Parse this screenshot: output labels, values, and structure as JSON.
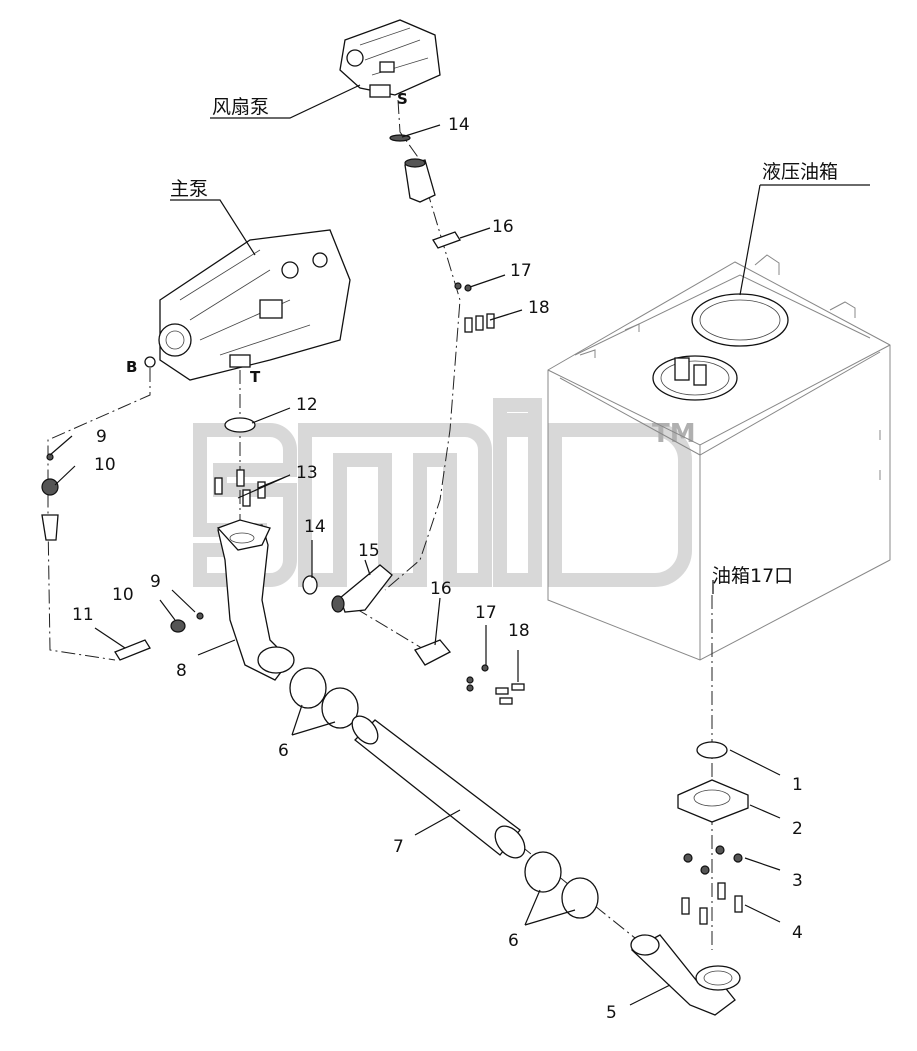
{
  "labels": {
    "fan_pump": "风扇泵",
    "main_pump": "主泵",
    "hydraulic_tank": "液压油箱",
    "tank_port": "油箱17口",
    "port_s": "S",
    "port_b": "B",
    "port_t": "T",
    "trademark": "TM"
  },
  "parts": {
    "p1": "1",
    "p2": "2",
    "p3": "3",
    "p4": "4",
    "p5": "5",
    "p6a": "6",
    "p6b": "6",
    "p7": "7",
    "p8": "8",
    "p9a": "9",
    "p9b": "9",
    "p10a": "10",
    "p10b": "10",
    "p11": "11",
    "p12": "12",
    "p13": "13",
    "p14a": "14",
    "p14b": "14",
    "p15": "15",
    "p16a": "16",
    "p16b": "16",
    "p17a": "17",
    "p17b": "17",
    "p18a": "18",
    "p18b": "18"
  }
}
